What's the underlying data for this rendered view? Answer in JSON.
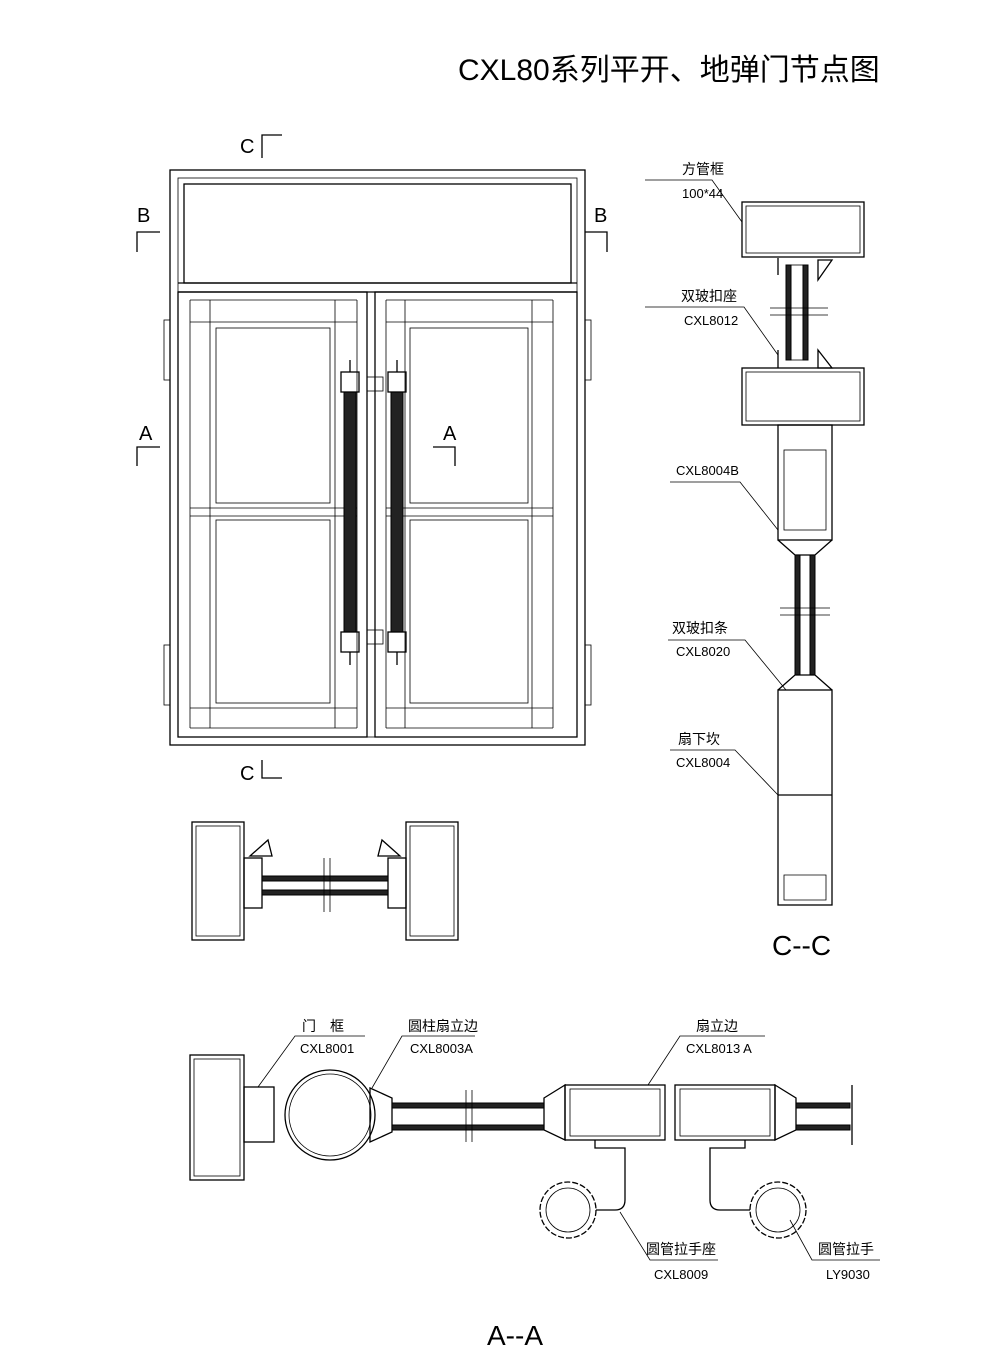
{
  "title": "CXL80系列平开、地弹门节点图",
  "section_marks": {
    "a": "A",
    "b": "B",
    "c": "C"
  },
  "cc_section": {
    "title": "C--C",
    "labels": [
      {
        "name": "方管框",
        "code": "100*44"
      },
      {
        "name": "双玻扣座",
        "code": "CXL8012"
      },
      {
        "name": "",
        "code": "CXL8004B"
      },
      {
        "name": "双玻扣条",
        "code": "CXL8020"
      },
      {
        "name": "扇下坎",
        "code": "CXL8004"
      }
    ]
  },
  "aa_section": {
    "title": "A--A",
    "labels": [
      {
        "name": "门　框",
        "code": "CXL8001"
      },
      {
        "name": "圆柱扇立边",
        "code": "CXL8003A"
      },
      {
        "name": "扇立边",
        "code": "CXL8013 A"
      },
      {
        "name": "圆管拉手座",
        "code": "CXL8009"
      },
      {
        "name": "圆管拉手",
        "code": "LY9030"
      }
    ]
  }
}
